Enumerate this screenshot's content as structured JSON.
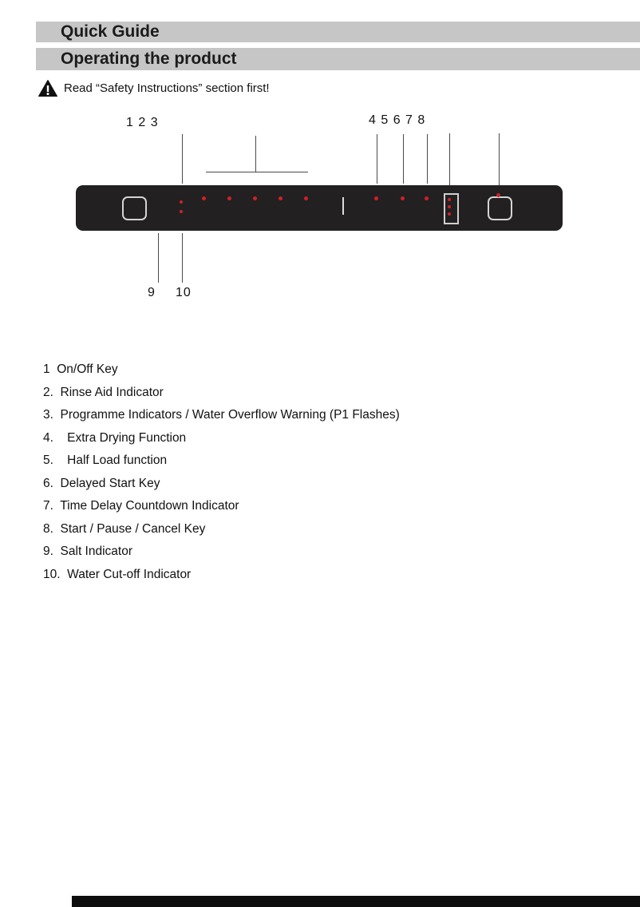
{
  "document": {
    "section_headers": [
      "Quick Guide",
      "Operating the product"
    ],
    "warning_note": "Read “Safety Instructions” section first!",
    "diagram": {
      "top_left_callouts": "1 2 3",
      "top_right_callouts": "4 5 6 7 8",
      "bottom_callout_9": "9",
      "bottom_callout_10": "10"
    },
    "legend_items": [
      "1  On/Off Key",
      "2.  Rinse Aid Indicator",
      "3.  Programme Indicators / Water Overflow Warning (P1 Flashes)",
      "4.    Extra Drying Function",
      "5.    Half Load function",
      "6.  Delayed Start Key",
      "7.  Time Delay Countdown Indicator",
      "8.  Start / Pause / Cancel Key",
      "9.  Salt Indicator",
      "10.  Water Cut-off Indicator"
    ],
    "colors": {
      "header_bar_bg": "#c6c6c6",
      "panel_bg": "#232021",
      "led_red": "#ce2127",
      "panel_outline": "#d4d4d4"
    }
  }
}
